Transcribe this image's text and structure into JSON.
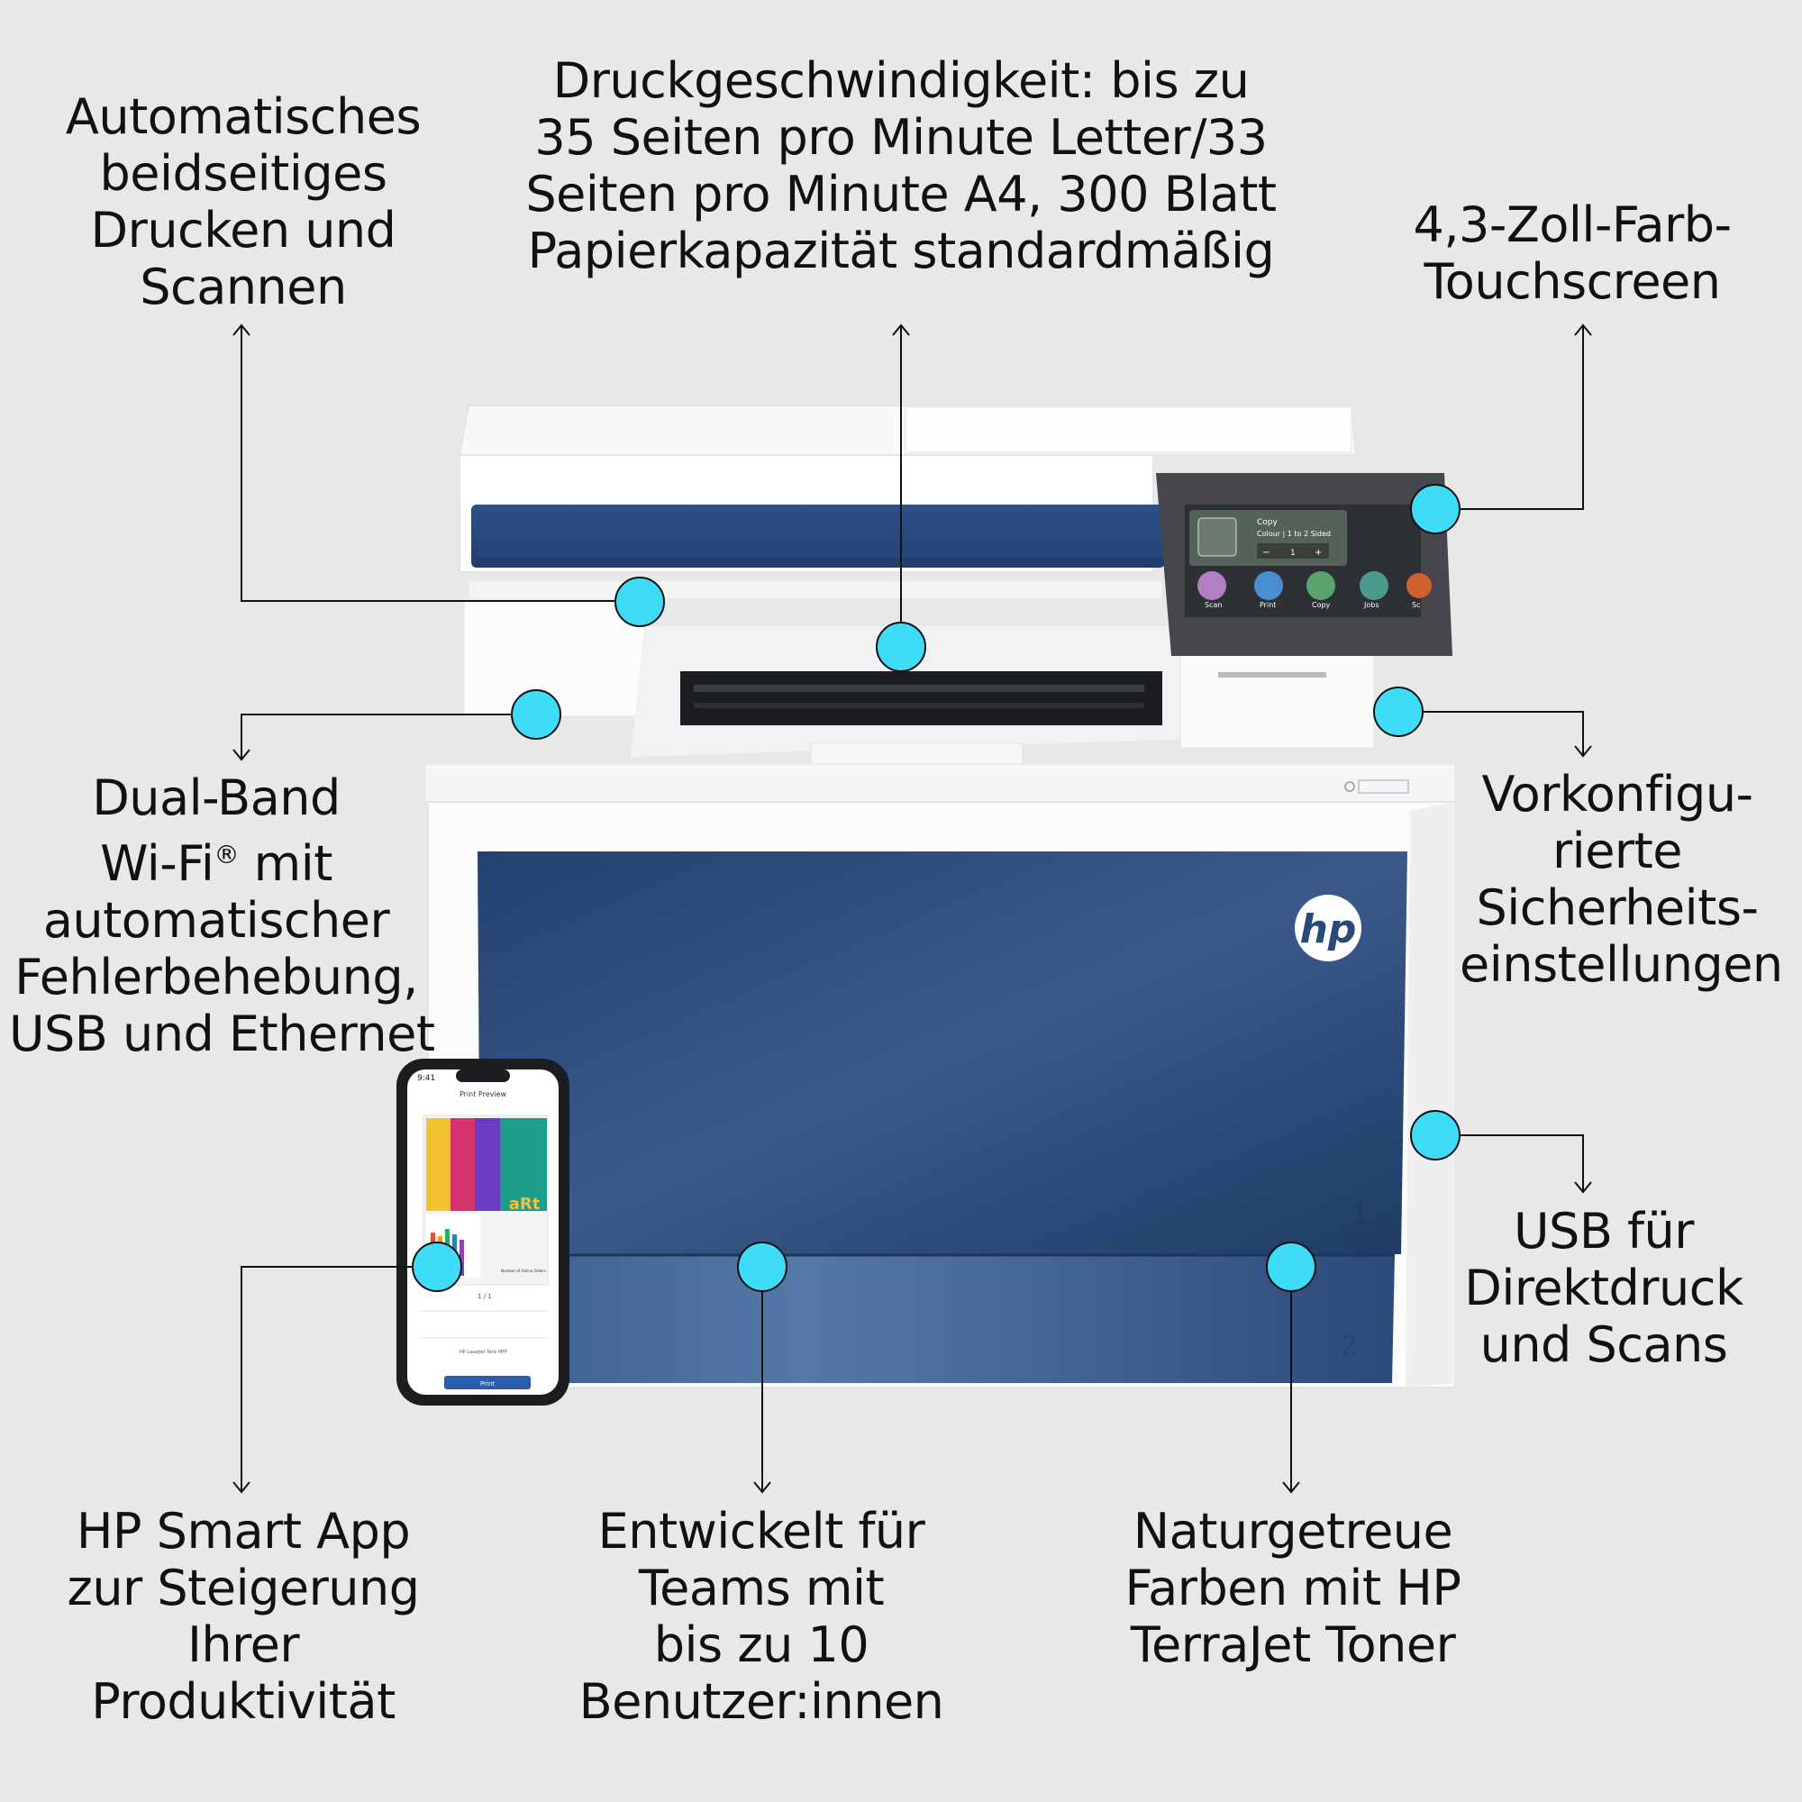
{
  "callouts": {
    "duplex": {
      "lines": [
        "Automatisches",
        "beidseitiges",
        "Drucken und",
        "Scannen"
      ]
    },
    "speed": {
      "lines": [
        "Druckgeschwindigkeit: bis zu",
        "35 Seiten pro Minute Letter/33",
        "Seiten pro Minute A4, 300 Blatt",
        "Papierkapazität standardmäßig"
      ]
    },
    "touchscreen": {
      "lines": [
        "4,3-Zoll-Farb-",
        "Touchscreen"
      ]
    },
    "wifi": {
      "lines": [
        "Dual-Band",
        "Wi-Fi",
        "®",
        " mit",
        "automatischer",
        "Fehlerbehebung,",
        "USB und Ethernet"
      ]
    },
    "security": {
      "lines": [
        "Vorkonfigu-",
        "rierte",
        "Sicherheits-",
        "einstellungen"
      ]
    },
    "usb": {
      "lines": [
        "USB für",
        "Direktdruck",
        "und Scans"
      ]
    },
    "app": {
      "lines": [
        "HP Smart App",
        "zur Steigerung",
        "Ihrer",
        "Produktivität"
      ]
    },
    "teams": {
      "lines": [
        "Entwickelt für",
        "Teams mit",
        "bis zu 10",
        "Benutzer:innen"
      ]
    },
    "toner": {
      "lines": [
        "Naturgetreue",
        "Farben mit HP",
        "TerraJet Toner"
      ]
    }
  },
  "printer": {
    "brand": "hp",
    "tray_numbers": [
      "1",
      "2"
    ],
    "screen": {
      "title": "Copy",
      "subtitle": "Colour | 1 to 2 Sided",
      "count": "1",
      "minus": "−",
      "plus": "+",
      "apps": [
        "Scan",
        "Print",
        "Copy",
        "Jobs",
        "Sc"
      ]
    }
  },
  "phone": {
    "time": "9:41",
    "title": "Print Preview",
    "page_count": "1 / 1",
    "poster_text": "aRt",
    "poster_caption": "Number of Online Orders",
    "printer_name": "HP LaserJet Tank MFP",
    "print_button": "Print"
  },
  "colors": {
    "background": "#e8e8e8",
    "hotspot": "#3fdcf7",
    "printer_blue": "#2f4f82",
    "printer_white": "#fbfbfb"
  }
}
